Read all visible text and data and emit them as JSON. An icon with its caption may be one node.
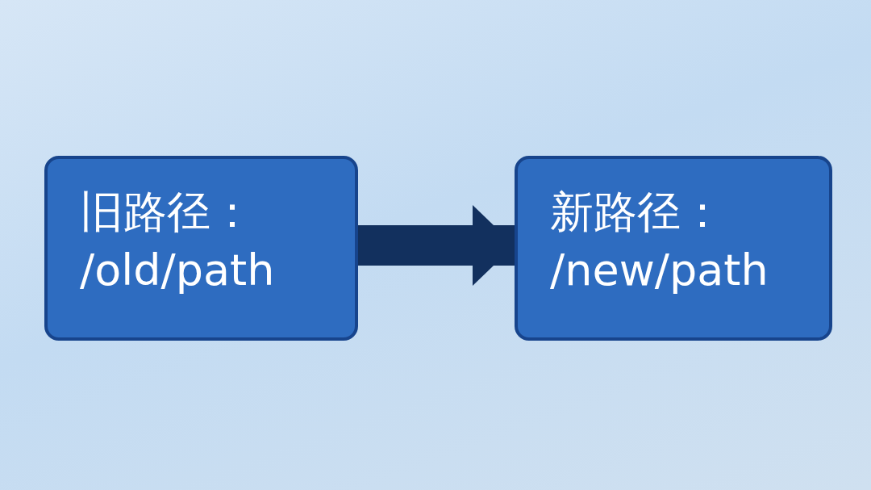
{
  "diagram": {
    "nodes": [
      {
        "text": [
          "旧路径：",
          "/old/path"
        ]
      },
      {
        "text": [
          "新路径：",
          "/new/path"
        ]
      }
    ],
    "edges": [
      {
        "from": 0,
        "to": 1,
        "arrow": "to"
      }
    ]
  }
}
